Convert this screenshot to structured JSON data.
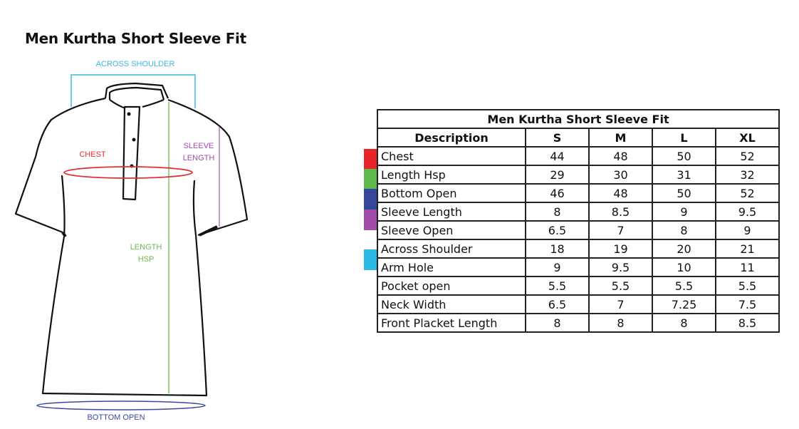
{
  "title": "Men Kurtha Short Sleeve Fit",
  "diagram": {
    "labels": {
      "across_shoulder": "ACROSS SHOULDER",
      "chest": "CHEST",
      "sleeve_length_1": "SLEEVE",
      "sleeve_length_2": "LENGTH",
      "length_hsp_1": "LENGTH",
      "length_hsp_2": "HSP",
      "bottom_open": "BOTTOM OPEN"
    },
    "colors": {
      "across_shoulder": "#3bb8dc",
      "chest": "#e03030",
      "sleeve_length": "#a04ca8",
      "length_hsp": "#5cb848",
      "bottom_open": "#3b4a9c"
    }
  },
  "table": {
    "title": "Men Kurtha Short Sleeve Fit",
    "headers": [
      "Description",
      "S",
      "M",
      "L",
      "XL"
    ],
    "rows": [
      {
        "desc": "Chest",
        "values": [
          "44",
          "48",
          "50",
          "52"
        ],
        "color": "#e8242a"
      },
      {
        "desc": "Length Hsp",
        "values": [
          "29",
          "30",
          "31",
          "32"
        ],
        "color": "#5cb848"
      },
      {
        "desc": "Bottom Open",
        "values": [
          "46",
          "48",
          "50",
          "52"
        ],
        "color": "#34479c"
      },
      {
        "desc": "Sleeve Length",
        "values": [
          "8",
          "8.5",
          "9",
          "9.5"
        ],
        "color": "#a04ca8"
      },
      {
        "desc": "Sleeve Open",
        "values": [
          "6.5",
          "7",
          "8",
          "9"
        ],
        "color": null
      },
      {
        "desc": "Across Shoulder",
        "values": [
          "18",
          "19",
          "20",
          "21"
        ],
        "color": "#2cb8e6"
      },
      {
        "desc": "Arm Hole",
        "values": [
          "9",
          "9.5",
          "10",
          "11"
        ],
        "color": null
      },
      {
        "desc": "Pocket open",
        "values": [
          "5.5",
          "5.5",
          "5.5",
          "5.5"
        ],
        "color": null
      },
      {
        "desc": "Neck Width",
        "values": [
          "6.5",
          "7",
          "7.25",
          "7.5"
        ],
        "color": null
      },
      {
        "desc": "Front Placket Length",
        "values": [
          "8",
          "8",
          "8",
          "8.5"
        ],
        "color": null
      }
    ]
  }
}
